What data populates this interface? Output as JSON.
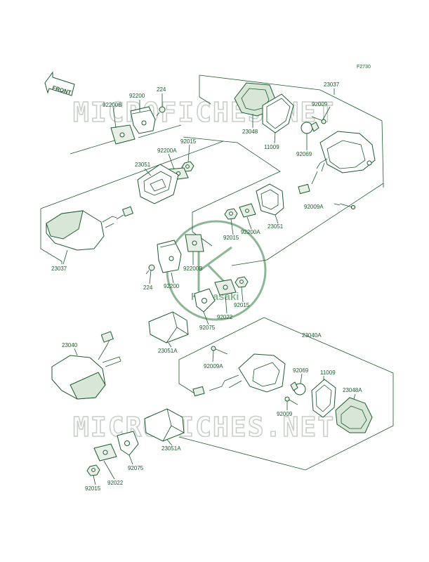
{
  "figure_code": "F2730",
  "front_label": "FRONT",
  "watermark_text": "MICROFICHES.NET",
  "logo_text": "Kawasaki",
  "colors": {
    "line": "#1c5a2c",
    "watermark": "#c9cfc9",
    "logo": "#2e7a3d"
  },
  "parts": {
    "p224_a": "224",
    "p92200_a": "92200",
    "p92200b_a": "92200B",
    "p92015_a": "92015",
    "p92200a_a": "92200A",
    "p23051_a": "23051",
    "p23037_l": "23037",
    "p23037_r": "23037",
    "p23048": "23048",
    "p92009_r": "92009",
    "p11009_r": "11009",
    "p92069_r": "92069",
    "p92009a_r": "92009A",
    "p23051_b": "23051",
    "p92200a_b": "92200A",
    "p92015_b": "92015",
    "p92200b_b": "92200B",
    "p224_b": "224",
    "p92200_b": "92200",
    "p92015_c": "92015",
    "p92022_a": "92022",
    "p92075_a": "92075",
    "p23051a_a": "23051A",
    "p23040": "23040",
    "p23040a": "23040A",
    "p92009a_l": "92009A",
    "p92069_l": "92069",
    "p11009_l": "11009",
    "p23048a": "23048A",
    "p92009_l": "92009",
    "p23051a_b": "23051A",
    "p92075_b": "92075",
    "p92022_b": "92022",
    "p92015_d": "92015"
  }
}
